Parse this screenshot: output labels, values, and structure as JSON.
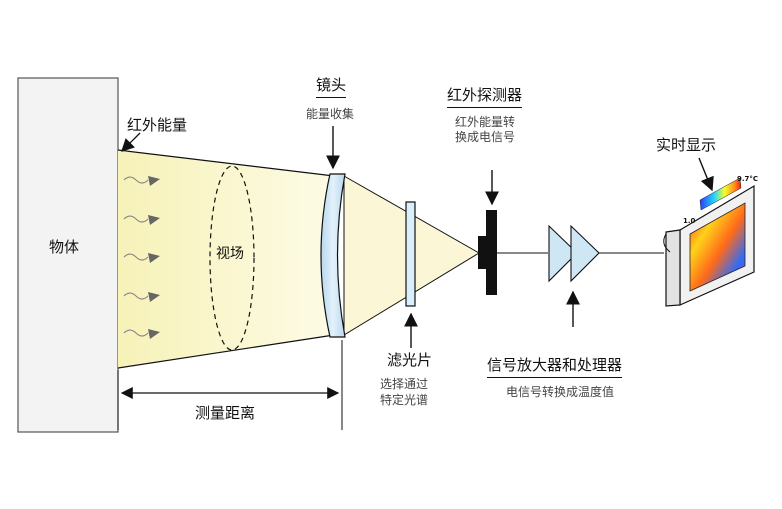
{
  "object_label": "物体",
  "ir_energy_label": "红外能量",
  "field_of_view_label": "视场",
  "distance_label": "测量距离",
  "lens": {
    "title": "镜头",
    "desc": "能量收集"
  },
  "filter": {
    "title": "滤光片",
    "desc_line1": "选择通过",
    "desc_line2": "特定光谱"
  },
  "detector": {
    "title": "红外探测器",
    "desc_line1": "红外能量转",
    "desc_line2": "换成电信号"
  },
  "amplifier": {
    "title": "信号放大器和处理器",
    "desc": "电信号转换成温度值"
  },
  "display": {
    "title": "实时显示",
    "value_left": "1.0",
    "value_top": "9.7°C"
  },
  "colors": {
    "beam": "#fbf7cf",
    "lens": "#cfe6f5",
    "amp": "#cfe6f5",
    "object_fill": "#f3f3f3"
  }
}
